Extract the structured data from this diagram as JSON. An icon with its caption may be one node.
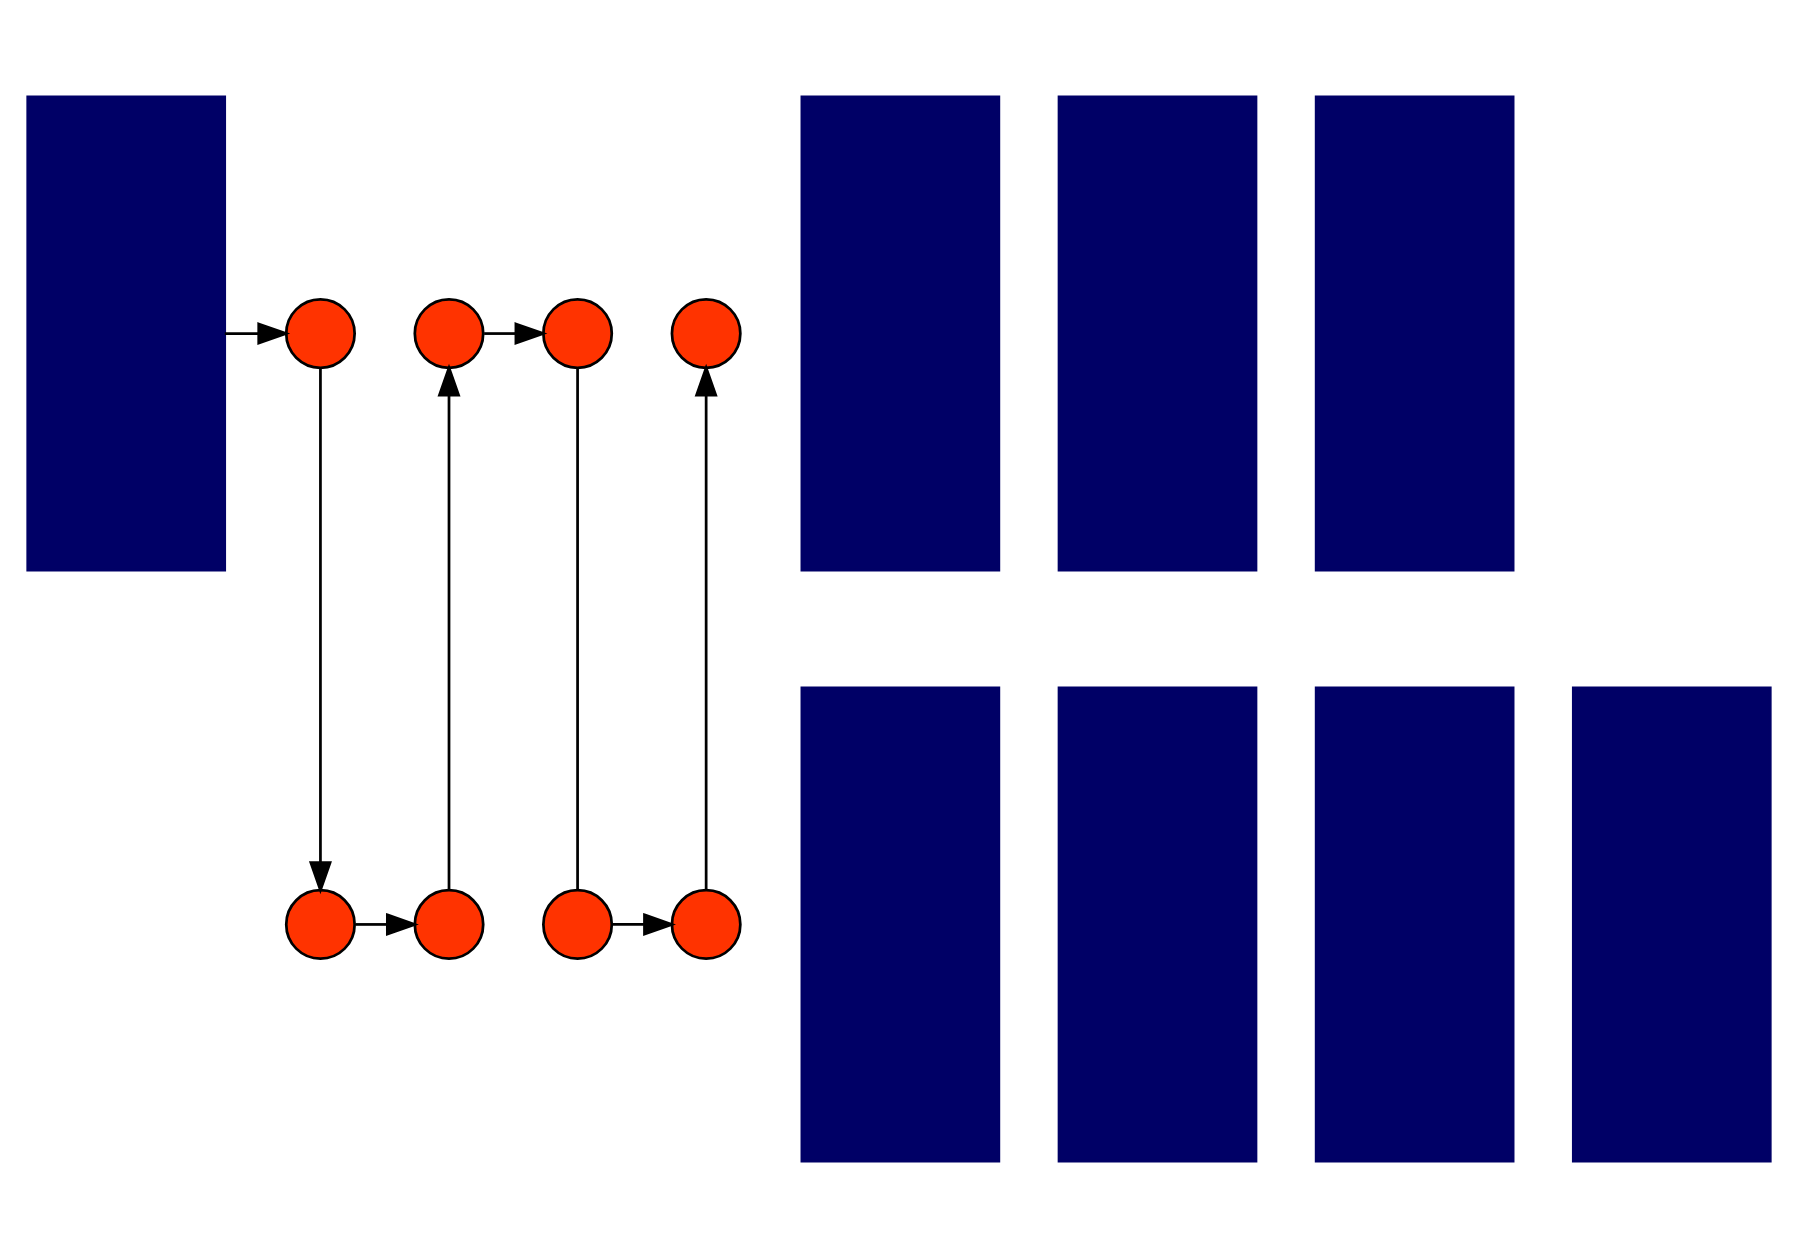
{
  "diagram": {
    "nodes": [
      {
        "text": [],
        "shape": "box"
      },
      {
        "text": [],
        "shape": "circle"
      },
      {
        "text": [],
        "shape": "box"
      },
      {
        "text": [],
        "shape": "circle"
      },
      {
        "text": [],
        "shape": "box"
      },
      {
        "text": [],
        "shape": "circle"
      },
      {
        "text": [],
        "shape": "box"
      },
      {
        "text": [],
        "shape": "circle"
      },
      {
        "text": [],
        "shape": "box"
      },
      {
        "text": [],
        "shape": "circle"
      },
      {
        "text": [],
        "shape": "box"
      },
      {
        "text": [],
        "shape": "circle"
      },
      {
        "text": [],
        "shape": "box"
      },
      {
        "text": [],
        "shape": "circle"
      },
      {
        "text": [],
        "shape": "box"
      },
      {
        "text": [],
        "shape": "circle"
      }
    ],
    "edges": [
      {
        "from": 0,
        "to": 1,
        "arrow": "to"
      },
      {
        "from": 1,
        "to": 9,
        "arrow": "to"
      },
      {
        "from": 9,
        "to": 11,
        "arrow": "to"
      },
      {
        "from": 11,
        "to": 3,
        "arrow": "to"
      },
      {
        "from": 3,
        "to": 5,
        "arrow": "to"
      },
      {
        "from": 5,
        "to": 13,
        "arrow": "none"
      },
      {
        "from": 13,
        "to": 15,
        "arrow": "to"
      },
      {
        "from": 15,
        "to": 7,
        "arrow": "to"
      }
    ]
  }
}
